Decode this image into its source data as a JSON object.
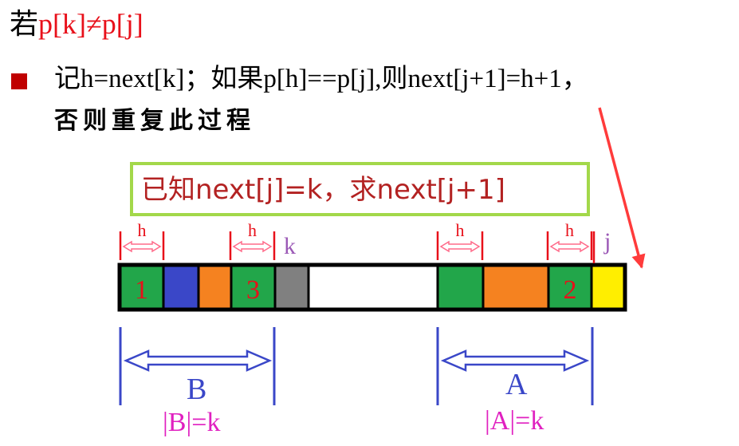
{
  "title": {
    "prefix": "若",
    "expr": "p[k]≠p[j]"
  },
  "bullet_line1": "记h=next[k]；如果p[h]==p[j],则next[j+1]=h+1，",
  "bullet_line2": "否则重复此过程",
  "question_box": "已知next[j]=k，求next[j+1]",
  "array": {
    "cells": [
      {
        "label": "1",
        "color": "#22a64a"
      },
      {
        "label": "",
        "color": "#3a47c8"
      },
      {
        "label": "",
        "color": "#f58220"
      },
      {
        "label": "3",
        "color": "#22a64a"
      },
      {
        "label": "",
        "color": "#808080"
      },
      {
        "label": "",
        "color": "#ffffff"
      },
      {
        "label": "",
        "color": "#22a64a"
      },
      {
        "label": "",
        "color": "#f58220"
      },
      {
        "label": "2",
        "color": "#22a64a"
      },
      {
        "label": "",
        "color": "#ffee00"
      }
    ]
  },
  "markers": {
    "h": "h",
    "k": "k",
    "j": "j"
  },
  "spans": {
    "B": {
      "label": "B",
      "size": "|B|=k"
    },
    "A": {
      "label": "A",
      "size": "|A|=k"
    }
  },
  "colors": {
    "red": "#e8101a",
    "blue": "#3a47c8",
    "magenta": "#e020c0",
    "purple": "#9b59b6",
    "green_border": "#a3d84a"
  }
}
